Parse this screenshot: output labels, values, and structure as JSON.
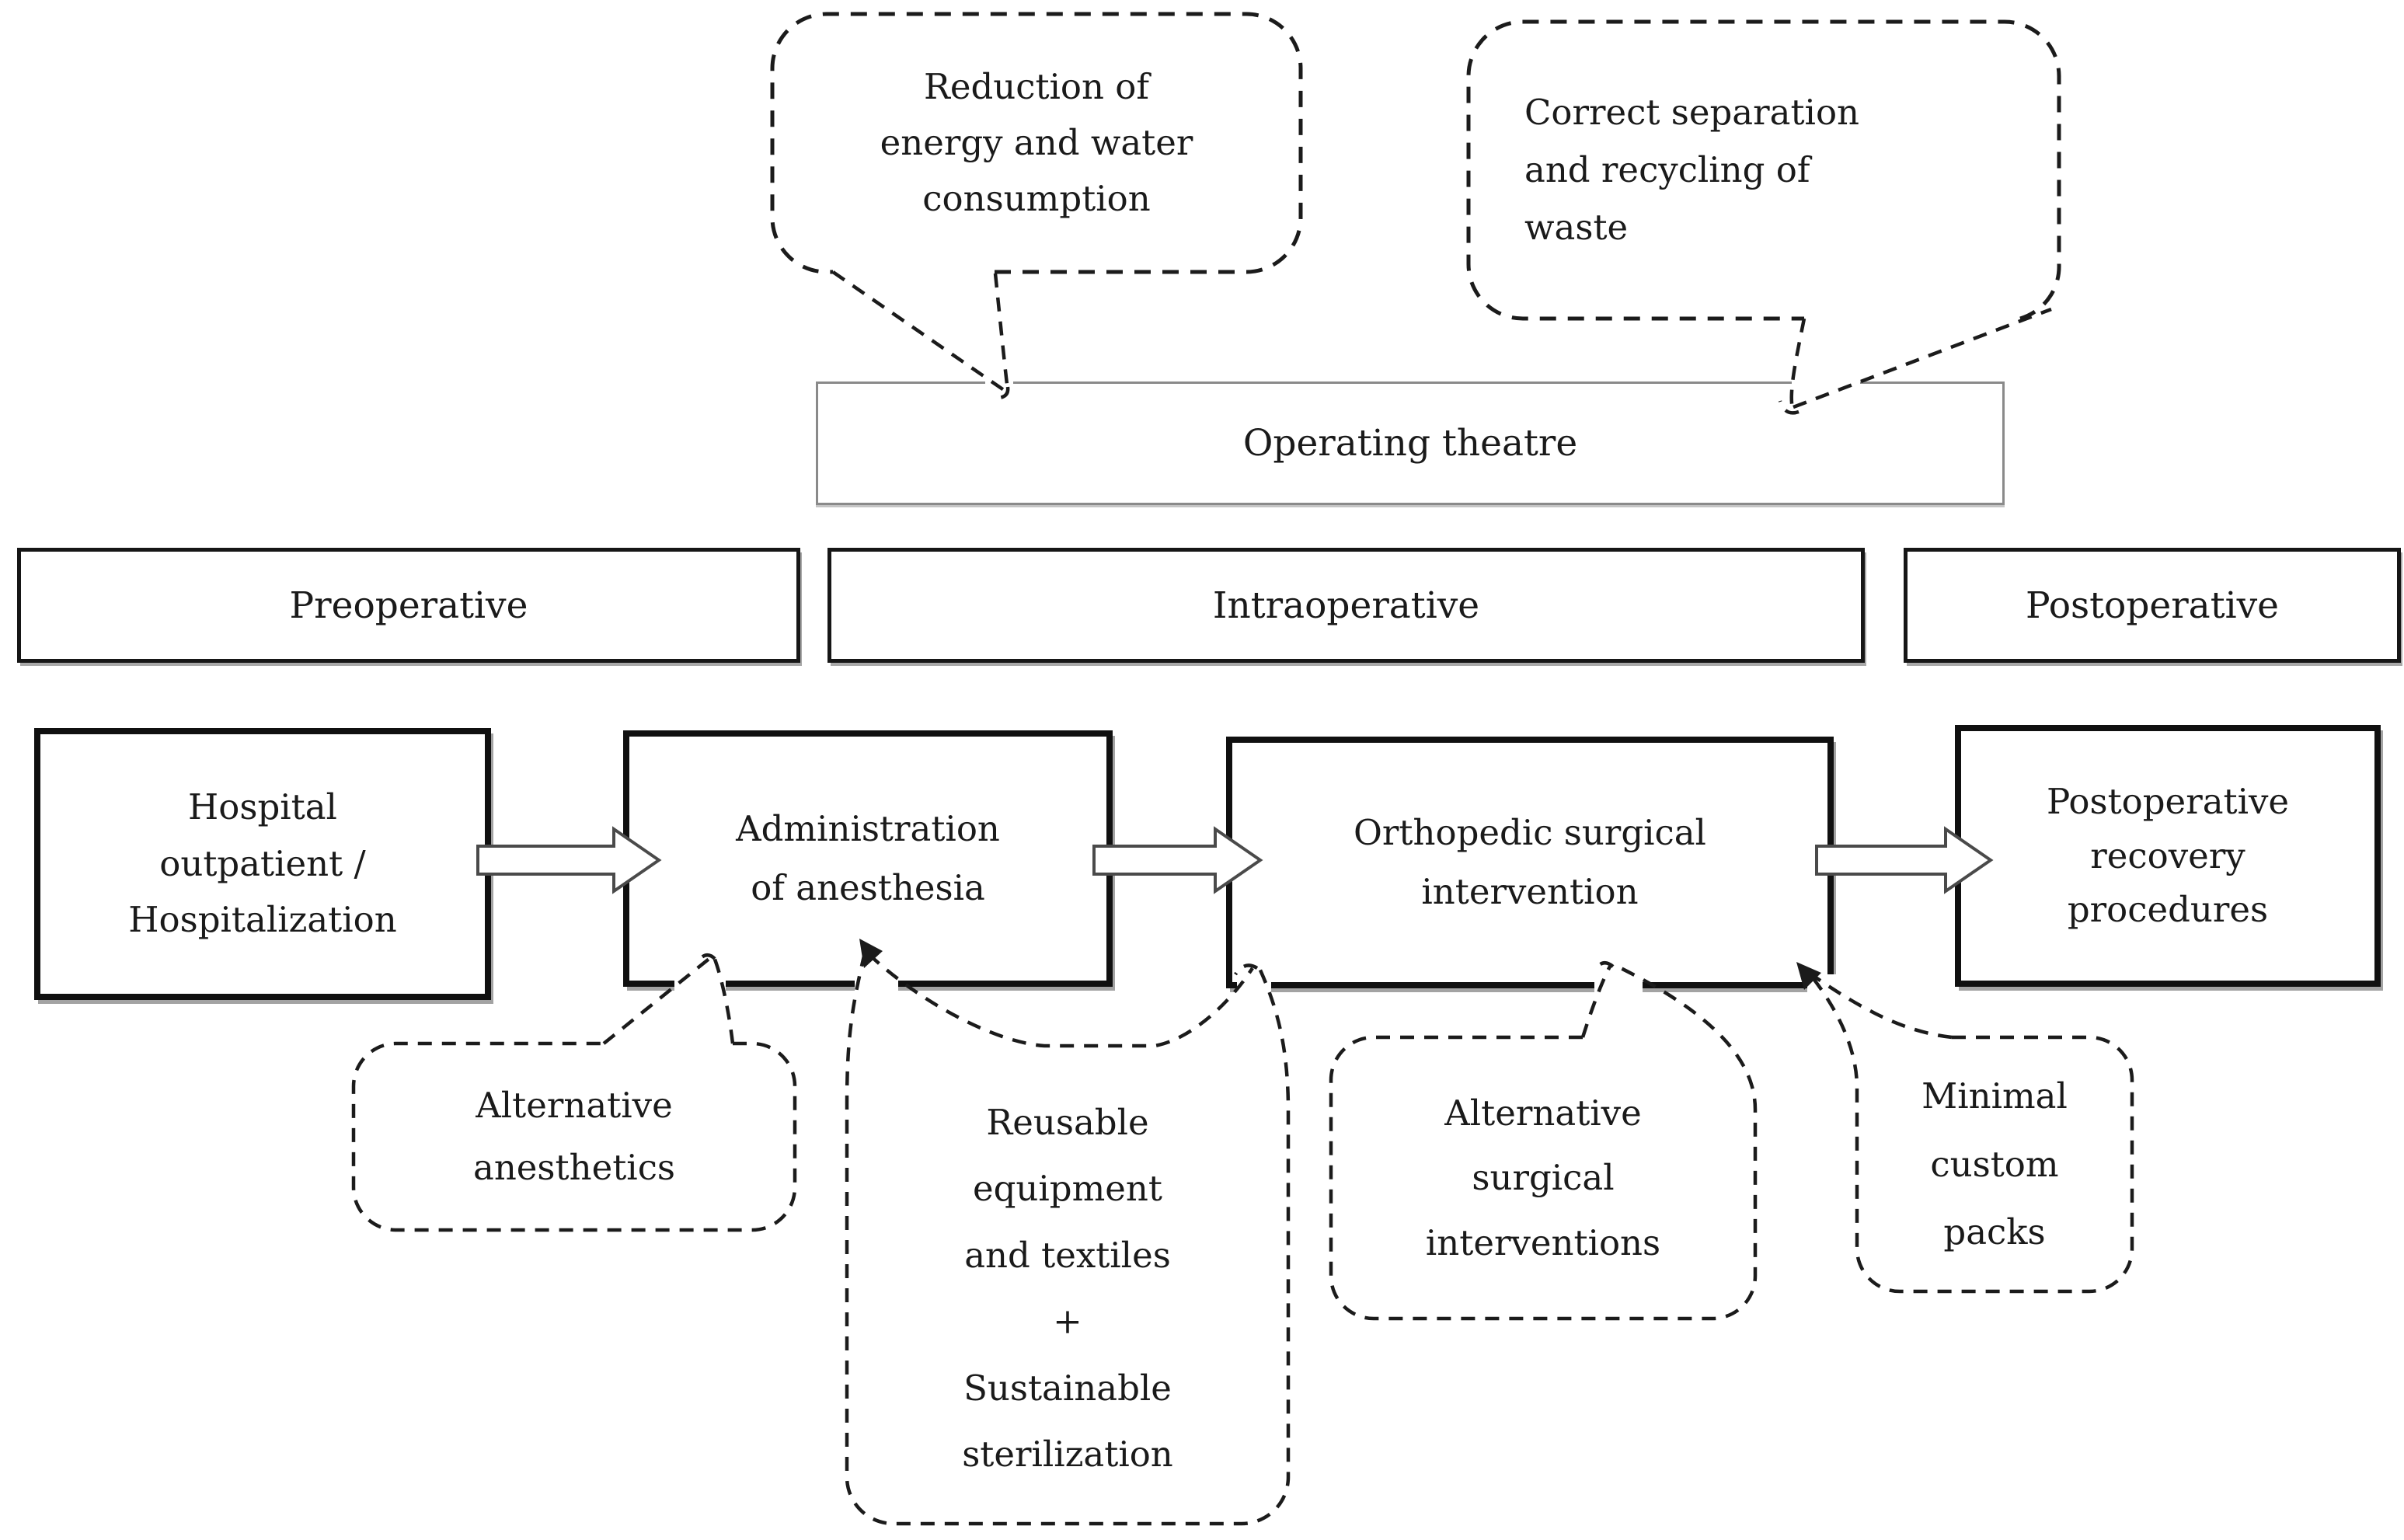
{
  "figure": {
    "top_callouts": [
      {
        "id": "energy",
        "text": "Reduction of\nenergy and water\nconsumption"
      },
      {
        "id": "waste",
        "text": "Correct separation\nand recycling of\nwaste"
      }
    ],
    "operating_theatre_label": "Operating theatre",
    "phases": [
      {
        "label": "Preoperative"
      },
      {
        "label": "Intraoperative"
      },
      {
        "label": "Postoperative"
      }
    ],
    "flow_steps": [
      {
        "text": "Hospital\noutpatient /\nHospitalization"
      },
      {
        "text": "Administration\nof anesthesia"
      },
      {
        "text": "Orthopedic surgical\nintervention"
      },
      {
        "text": "Postoperative\nrecovery\nprocedures"
      }
    ],
    "bottom_callouts": [
      {
        "text": "Alternative\nanesthetics"
      },
      {
        "text": "Reusable\nequipment\nand textiles\n+\nSustainable\nsterilization"
      },
      {
        "text": "Alternative\nsurgical\ninterventions"
      },
      {
        "text": "Minimal\ncustom\npacks"
      }
    ],
    "colors": {
      "ink": "#1b1b1b",
      "box_border": "#101010",
      "box_shadow": "#a3a3a3",
      "theatre_border": "#8a8a8a",
      "background": "#ffffff"
    }
  }
}
